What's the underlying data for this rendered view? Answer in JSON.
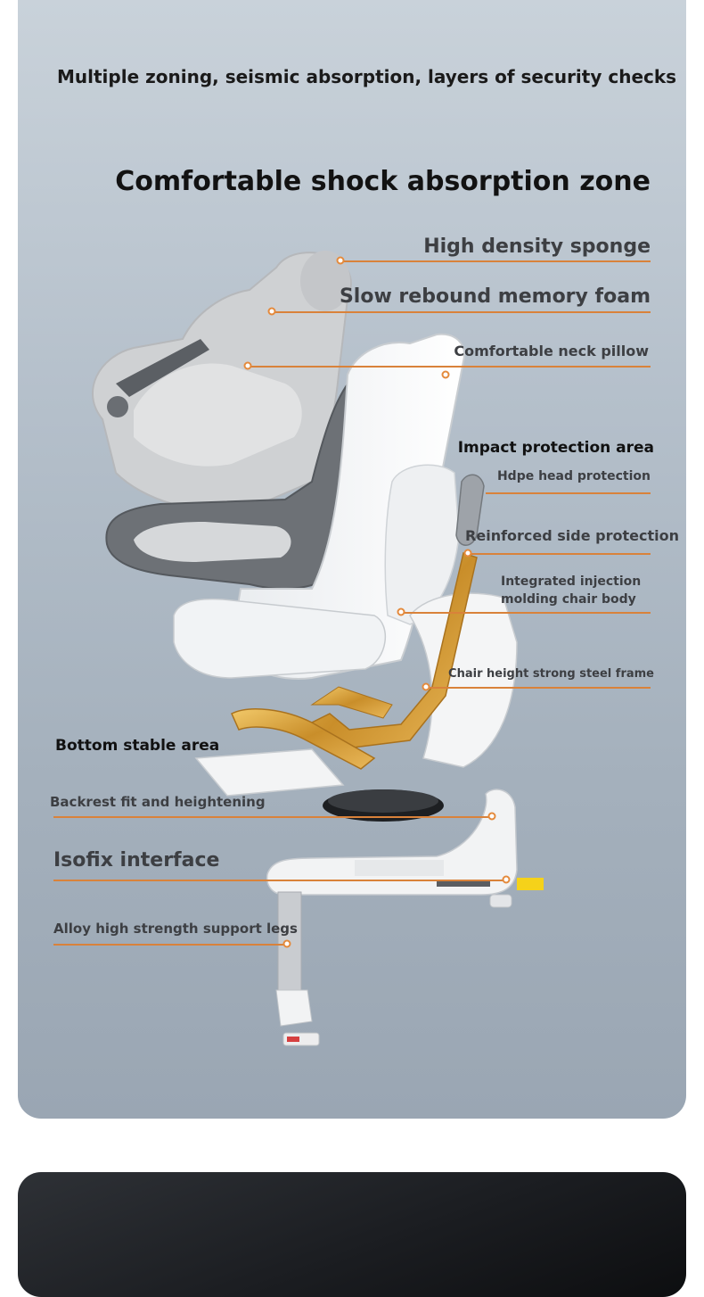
{
  "headline": "Multiple zoning, seismic absorption, layers of security checks",
  "zone_title": "Comfortable shock absorption zone",
  "labels": {
    "high_density_sponge": "High density sponge",
    "memory_foam": "Slow rebound memory foam",
    "neck_pillow": "Comfortable neck pillow",
    "impact_area": "Impact protection area",
    "hdpe_head": "Hdpe head protection",
    "side_protection": "Reinforced side protection",
    "injection_line1": "Integrated injection",
    "injection_line2": "molding chair body",
    "steel_frame": "Chair height strong steel frame",
    "bottom_area": "Bottom stable area",
    "backrest": "Backrest fit and heightening",
    "isofix": "Isofix interface",
    "support_legs": "Alloy high strength support legs"
  },
  "colors": {
    "accent": "#e48a3c",
    "card_top": "#c9d2da",
    "card_bottom": "#9aa6b3",
    "frame_gold": "#d9a441"
  },
  "icons": [
    "car-seat-illustration",
    "callout-dot"
  ]
}
